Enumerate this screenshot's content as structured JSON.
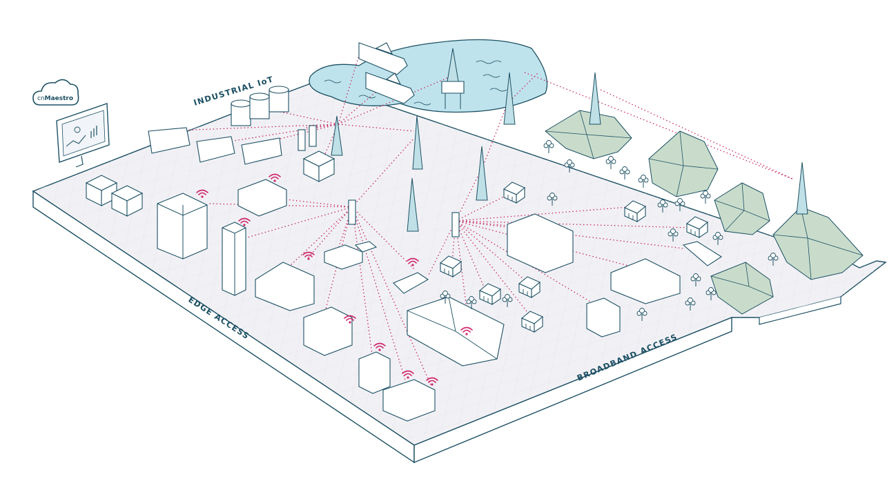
{
  "labels": {
    "industrial": "INDUSTRIAL IoT",
    "edge": "EDGE ACCESS",
    "broadband": "BROADBAND ACCESS"
  },
  "logo": {
    "prefix": "cn",
    "name": "Maestro"
  },
  "colors": {
    "outline": "#1b4f63",
    "link": "#c8245d",
    "water": "#bfe3ec",
    "ground": "#f3f3f6",
    "mountain": "#c9dccb"
  }
}
